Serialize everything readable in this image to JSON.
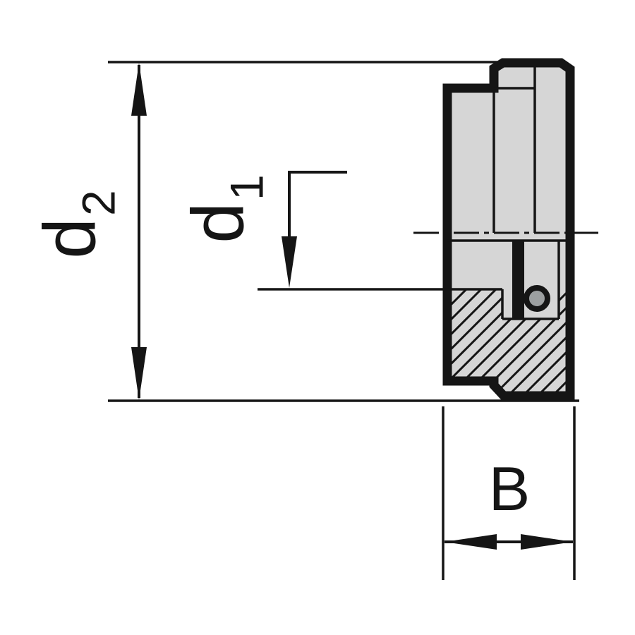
{
  "drawing": {
    "type": "technical-section-drawing",
    "colors": {
      "line": "#151515",
      "fill": "#d6d6d6",
      "insert": "#9c9fa0",
      "bg": "#ffffff"
    }
  },
  "dimensions": {
    "d2": {
      "symbol": "d",
      "subscript": "2"
    },
    "d1": {
      "symbol": "d",
      "subscript": "1"
    },
    "b": {
      "symbol": "B"
    }
  }
}
